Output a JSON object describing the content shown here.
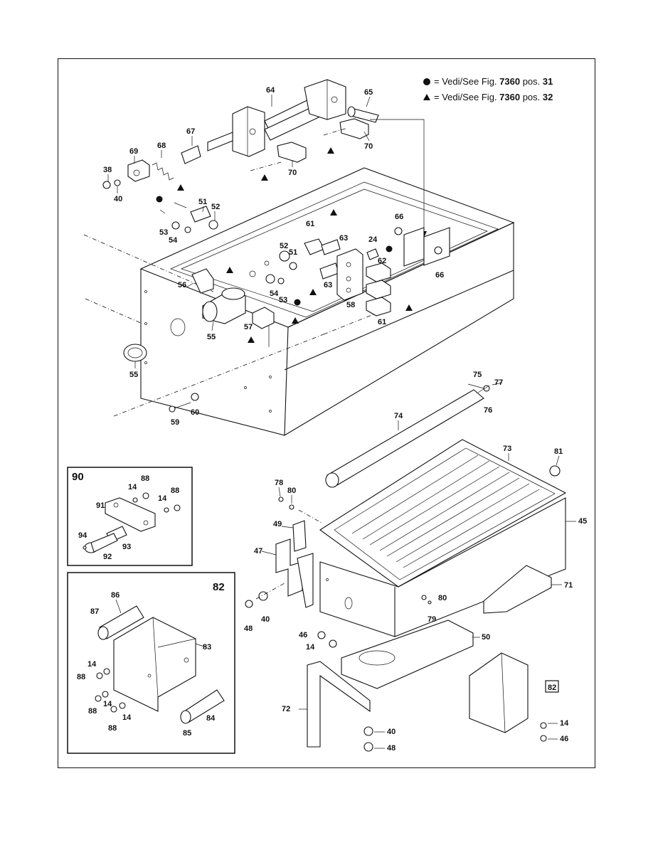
{
  "legend": {
    "circle_prefix": "= Vedi/See Fig.",
    "circle_fig": "7360",
    "circle_pos_label": "pos.",
    "circle_pos": "31",
    "triangle_prefix": "= Vedi/See Fig.",
    "triangle_fig": "7360",
    "triangle_pos_label": "pos.",
    "triangle_pos": "32"
  },
  "insets": {
    "inset_90_title": "90",
    "inset_82_title": "82",
    "box_ref_82": "82"
  },
  "labels": {
    "p64": "64",
    "p65": "65",
    "p67": "67",
    "p68": "68",
    "p69": "69",
    "p38": "38",
    "p40a": "40",
    "p70a": "70",
    "p70b": "70",
    "p51a": "51",
    "p52a": "52",
    "p53a": "53",
    "p54a": "54",
    "p52b": "52",
    "p51b": "51",
    "p54b": "54",
    "p53b": "53",
    "p56": "56",
    "p55a": "55",
    "p55b": "55",
    "p57": "57",
    "p61a": "61",
    "p63a": "63",
    "p63b": "63",
    "p66a": "66",
    "p66b": "66",
    "p24": "24",
    "p62": "62",
    "p58": "58",
    "p61b": "61",
    "p59": "59",
    "p60": "60",
    "p75": "75",
    "p76": "76",
    "p77": "77",
    "p74": "74",
    "p73": "73",
    "p81": "81",
    "p78": "78",
    "p80a": "80",
    "p49": "49",
    "p47": "47",
    "p45": "45",
    "p71": "71",
    "p80b": "80",
    "p79": "79",
    "p48a": "48",
    "p40b": "40",
    "p46a": "46",
    "p14a": "14",
    "p50": "50",
    "p72": "72",
    "p40c": "40",
    "p48b": "48",
    "p14b": "14",
    "p46b": "46",
    "i90_88a": "88",
    "i90_14a": "14",
    "i90_14b": "14",
    "i90_88b": "88",
    "i90_91": "91",
    "i90_94": "94",
    "i90_92": "92",
    "i90_93": "93",
    "i82_86": "86",
    "i82_87": "87",
    "i82_83": "83",
    "i82_14a": "14",
    "i82_88a": "88",
    "i82_88b": "88",
    "i82_14b": "14",
    "i82_88c": "88",
    "i82_14c": "14",
    "i82_84": "84",
    "i82_85": "85"
  }
}
